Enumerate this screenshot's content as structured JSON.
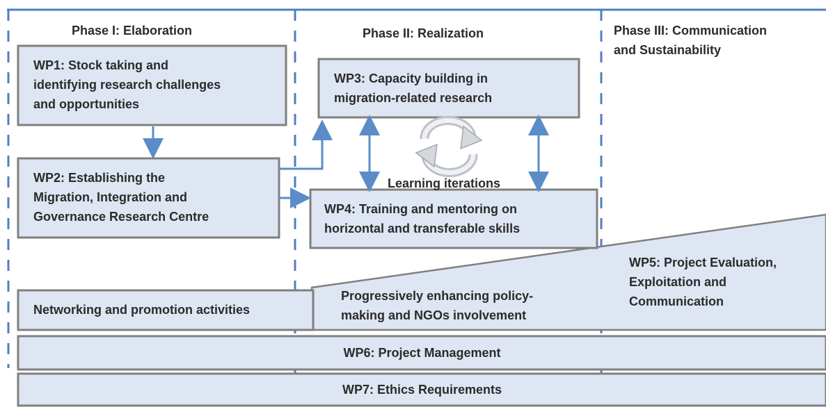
{
  "phases": {
    "phase1": "Phase I: Elaboration",
    "phase2": "Phase II: Realization",
    "phase3": "Phase III: Communication\nand Sustainability"
  },
  "work_packages": {
    "wp1": "WP1: Stock taking and\nidentifying research challenges\nand opportunities",
    "wp2": "WP2: Establishing the\nMigration, Integration and\nGovernance Research Centre",
    "wp3": "WP3: Capacity building in\nmigration-related research",
    "wp4": "WP4: Training and mentoring on\nhorizontal and transferable skills",
    "wp5": "WP5: Project Evaluation,\nExploitation and\nCommunication",
    "wp6": "WP6: Project Management",
    "wp7": "WP7: Ethics Requirements"
  },
  "labels": {
    "learning": "Learning iterations",
    "networking": "Networking and promotion activities",
    "progressive": "Progressively enhancing policy-\nmaking and NGOs involvement"
  },
  "colors": {
    "box_fill": "#dde6f2",
    "box_border": "#7f7f7f",
    "arrow": "#5b8cc8",
    "phase_line": "#4f7fc0"
  }
}
